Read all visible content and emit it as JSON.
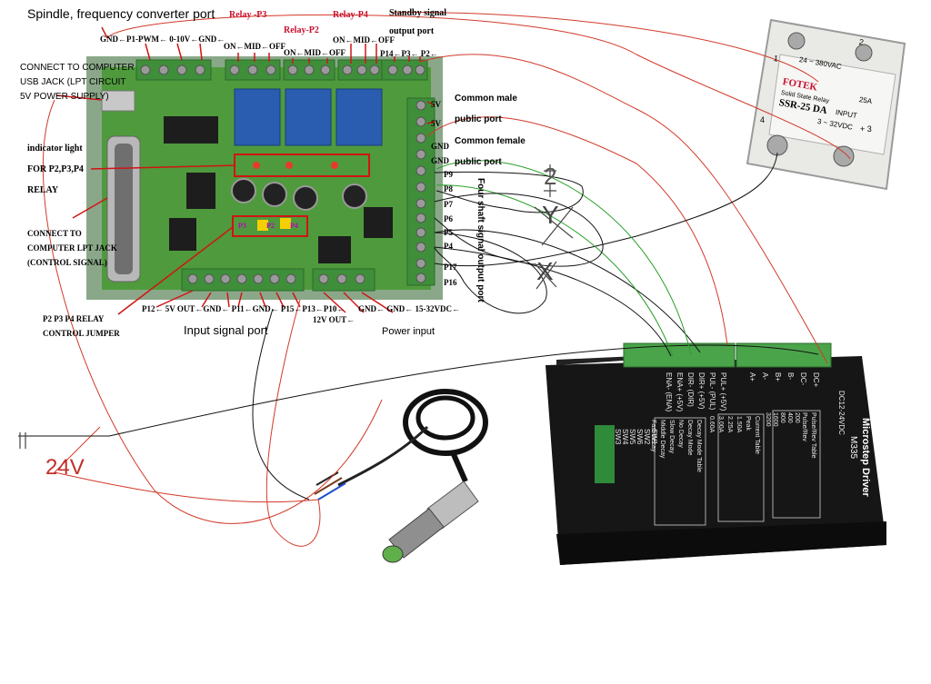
{
  "board": {
    "title": "Spindle, frequency converter port",
    "relay_p3": "Relay -P3",
    "relay_p2": "Relay-P2",
    "relay_p4": "Relay-P4",
    "standby_1": "Standby signal",
    "standby_2": "output port",
    "top_pins": "GND←P1-PWM←  0-10V←GND←",
    "relay_pins_a": "ON←MID←OFF",
    "relay_pins_b": "ON←MID←OFF",
    "relay_pins_c": "ON←MID←OFF",
    "p14_p3_p2": "P14←P3← P2←",
    "usb_1": "CONNECT  TO  COMPUTER",
    "usb_2": "USB  JACK  (LPT  CIRCUIT",
    "usb_3": "5V POWER SUPPLY)",
    "indicator_1": "indicator light",
    "indicator_2": "FOR P2,P3,P4",
    "indicator_3": "RELAY",
    "lpt_1": "CONNECT              TO",
    "lpt_2": "COMPUTER LPT JACK",
    "lpt_3": "(CONTROL SIGNAL)",
    "jumper_1": "P2 P3 P4 RELAY",
    "jumper_2": "CONTROL    JUMPER",
    "bottom_pins": "P12←   5V OUT←GND← P11←GND← P15←P13←P10←",
    "out_12v": "12V OUT←",
    "power_pins": "GND← GND← 15-32VDC←",
    "input_signal": "Input signal port",
    "power_input": "Power input",
    "common_male_1": "Common male",
    "common_male_2": "public port",
    "common_female_1": "Common female",
    "common_female_2": "public port",
    "four_shaft": "Four shaft signal output port",
    "right_pins": [
      "5V",
      "5V",
      "GND",
      "GND",
      "P9",
      "P8",
      "P7",
      "P6",
      "P5",
      "P4",
      "P17",
      "P16"
    ],
    "jumper_tags": [
      "P3",
      "P2",
      "P4"
    ]
  },
  "handwriting": {
    "voltage": "24V",
    "num_2": "2",
    "y": "Y",
    "x": "X"
  },
  "ssr": {
    "brand": "FOTEK",
    "model": "SSR-25 DA",
    "sub": "Solid State Relay",
    "range": "24 ~ 380VAC",
    "amp": "25A",
    "input": "INPUT",
    "in_range": "3 ~ 32VDC",
    "t1": "1",
    "t2": "2",
    "t3": "+ 3",
    "t4": "4"
  },
  "driver": {
    "name": "Microstep Driver",
    "model": "M335",
    "terminals": [
      "ENA- (ENA)",
      "ENA+ (+5V)",
      "DIR- (DIR)",
      "DIR+ (+5V)",
      "PUL- (PUL)",
      "PUL+ (+5V)",
      "A+",
      "A-",
      "B+",
      "B-",
      "DC-",
      "DC+"
    ],
    "dc_range": "DC12-24VDC",
    "switches": [
      "SW6",
      "SW5",
      "SW4",
      "SW3",
      "SW2",
      "SW1"
    ],
    "decay_title": "Decay Mode Table",
    "decay_rows": [
      "Decay Mode",
      "No Decay",
      "Slow Decay",
      "Middle Decay",
      "Fast Decay"
    ],
    "current_title": "Current Table",
    "current_rows": [
      "Peak",
      "1.50A",
      "2.25A",
      "3.00A",
      "0.60A"
    ],
    "pulse_title": "Pulse/Rev Table",
    "pulse_rows": [
      "Pulse/Rev",
      "200",
      "400",
      "800",
      "1600",
      "3200"
    ]
  },
  "colors": {
    "board_green": "#3f8f3a",
    "pcb": "#4f9a3c",
    "relay_blue": "#2a5db0",
    "wire_red": "#d23a2a",
    "wire_green": "#2aa02a",
    "wire_black": "#111111",
    "driver_body": "#1a1a1a",
    "ssr_body": "#e9e9e6"
  }
}
